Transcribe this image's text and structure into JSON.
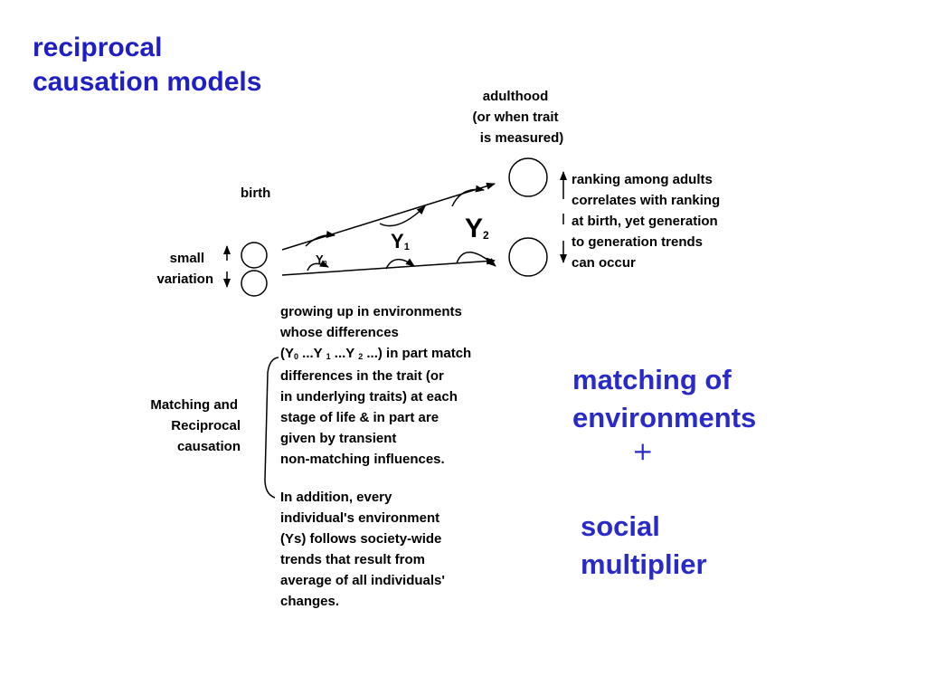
{
  "title": [
    "reciprocal",
    "causation models"
  ],
  "labels": {
    "adulthood": [
      "adulthood",
      "(or when trait",
      "is measured)"
    ],
    "birth": "birth",
    "small_variation": [
      "small",
      "variation"
    ],
    "ranking": [
      "ranking among adults",
      "correlates with ranking",
      "at birth, yet generation",
      "to generation trends",
      "can occur"
    ],
    "matching_reciprocal": [
      "Matching and",
      "Reciprocal",
      "causation"
    ],
    "y0": {
      "base": "Y",
      "sub": "0"
    },
    "y1": {
      "base": "Y",
      "sub": "1"
    },
    "y2": {
      "base": "Y",
      "sub": "2"
    }
  },
  "paragraph1": {
    "line1": "growing up in environments",
    "line2": "whose differences",
    "line3_parts": [
      "(Y",
      "0",
      " ...Y ",
      "1",
      " ...Y ",
      "2",
      " ...) in part match"
    ],
    "rest": [
      "differences in the trait (or",
      "in underlying traits) at each",
      "stage of life & in part are",
      "given by transient",
      "non-matching influences."
    ]
  },
  "paragraph2": [
    "In addition, every",
    "individual's environment",
    "(Ys) follows society-wide",
    "trends that result from",
    "average of all individuals'",
    "changes."
  ],
  "right": {
    "matching": [
      "matching of",
      "environments"
    ],
    "plus": "+",
    "social": [
      "social",
      "multiplier"
    ]
  },
  "colors": {
    "title_blue": "#1f1fc4",
    "text": "#000000",
    "background": "#ffffff"
  }
}
